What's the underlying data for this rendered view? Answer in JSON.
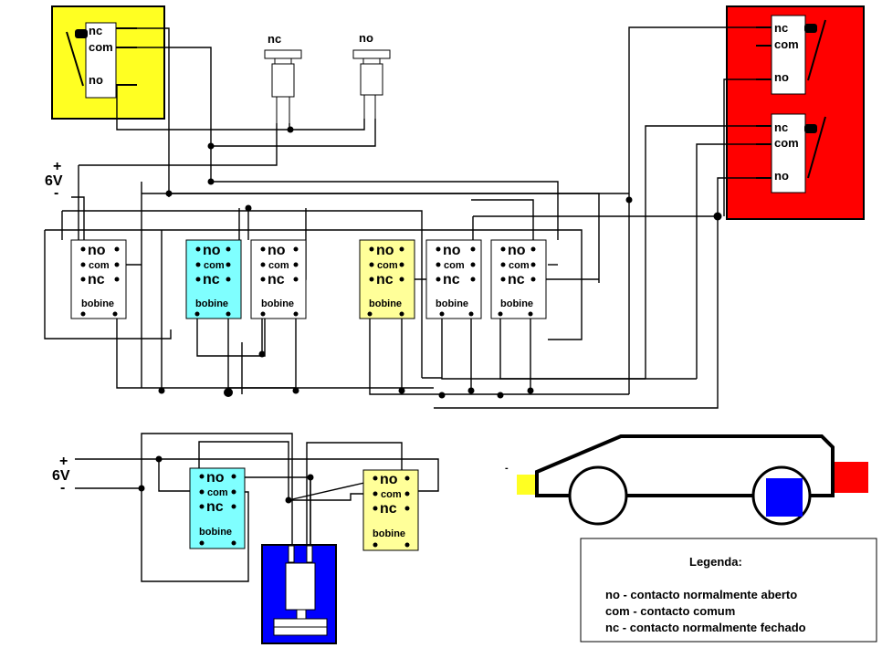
{
  "colors": {
    "yellow": "#ffff22",
    "red": "#ff0000",
    "blue": "#0000ff",
    "cyan": "#7fffff",
    "lightyellow": "#ffff99"
  },
  "terminals": {
    "nc": "nc",
    "com": "com",
    "no": "no",
    "bobine": "bobine"
  },
  "buttons": {
    "left": "nc",
    "right": "no"
  },
  "supply": {
    "plus": "+",
    "voltage": "6V",
    "minus": "-"
  },
  "legend": {
    "title": "Legenda:",
    "lines": [
      "no - contacto normalmente aberto",
      "com - contacto comum",
      "nc - contacto normalmente fechado"
    ]
  },
  "car_mark": "-"
}
